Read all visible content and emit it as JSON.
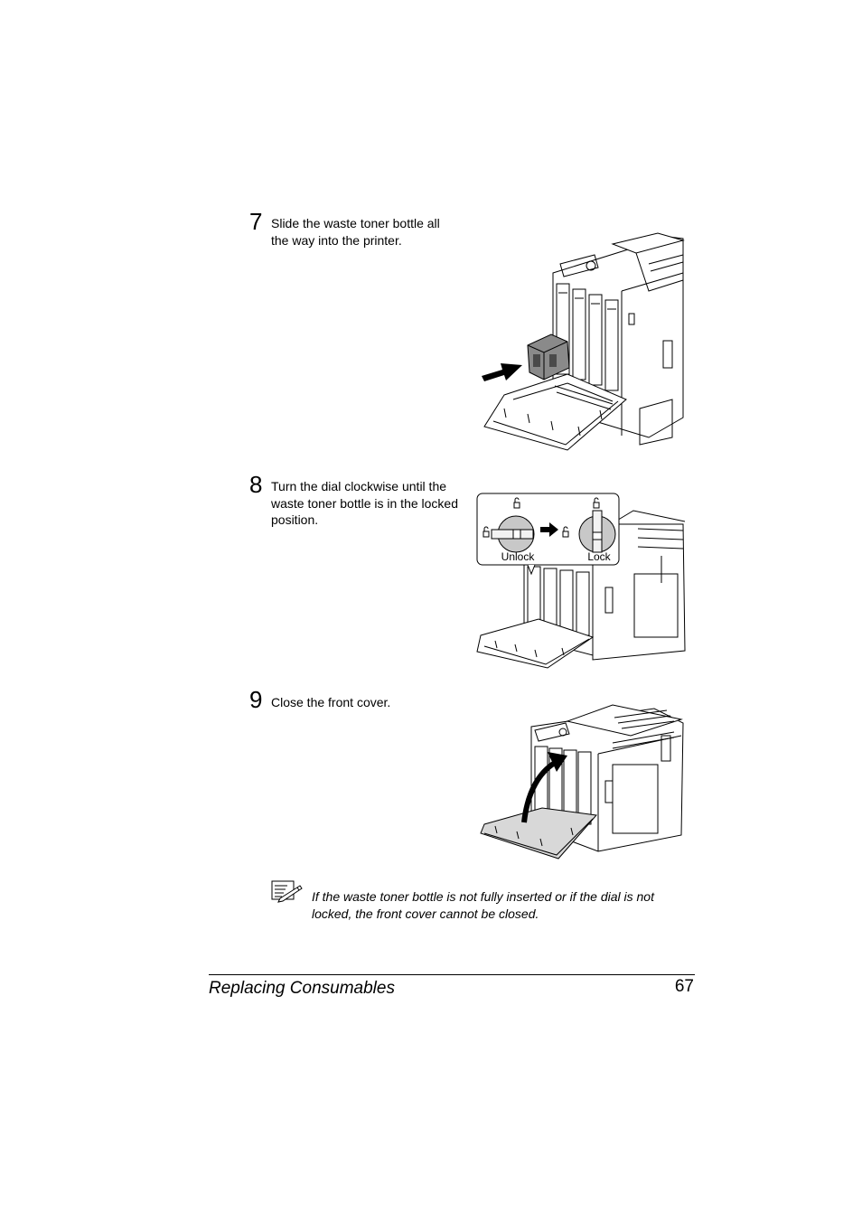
{
  "steps": [
    {
      "number": "7",
      "text": "Slide the waste toner bottle all the way into the printer."
    },
    {
      "number": "8",
      "text": "Turn the dial clockwise until the waste toner bottle is in the locked position."
    },
    {
      "number": "9",
      "text": "Close the front cover."
    }
  ],
  "dial_callout": {
    "unlock_label": "Unlock",
    "lock_label": "Lock"
  },
  "note": {
    "icon": "note-pencil-icon",
    "text": "If the waste toner bottle is not fully inserted or if the dial is not locked, the front cover cannot be closed."
  },
  "footer": {
    "section_title": "Replacing Consumables",
    "page_number": "67"
  }
}
